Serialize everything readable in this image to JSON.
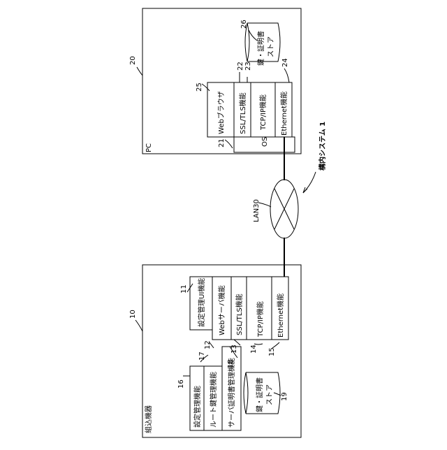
{
  "system_caption": "構内システム 1",
  "pc": {
    "label": "PC",
    "number": "20",
    "os": "OS",
    "os_number": "21",
    "browser": "Webブラウザ",
    "browser_number": "25",
    "ssl": "SSL/TLS機能",
    "ssl_number": "22",
    "tcp": "TCP/IP機能",
    "tcp_number": "23",
    "ethernet": "Ethernet機能",
    "ethernet_number": "24",
    "store_line1": "鍵・証明書",
    "store_line2": "ストア",
    "store_number": "26"
  },
  "lan": {
    "label": "LAN30"
  },
  "device": {
    "label": "組込機器",
    "number": "10",
    "settings_ui": "設定管理UI機能",
    "settings_ui_number": "11",
    "web_server": "Webサーバ機能",
    "web_server_number": "12",
    "ssl": "SSL/TLS機能",
    "ssl_number": "13",
    "tcp": "TCP/IP機能",
    "tcp_number": "14",
    "ethernet": "Ethernet機能",
    "ethernet_number": "15",
    "settings_mgmt": "設定管理機能",
    "settings_mgmt_number": "16",
    "root_key": "ルート鍵管理機能",
    "root_key_number": "17",
    "server_cert": "サーバ証明書管理機能",
    "server_cert_number": "18",
    "store_line1": "鍵・証明書",
    "store_line2": "ストア",
    "store_number": "19"
  }
}
